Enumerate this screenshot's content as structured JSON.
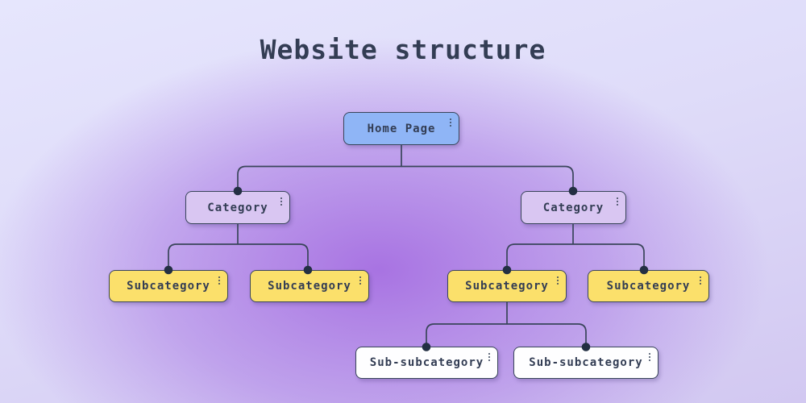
{
  "title": "Website structure",
  "theme": {
    "bg_top": "#e6e6fd",
    "bg_accent": "#a873e2",
    "text": "#333d54",
    "node_border": "#39455a",
    "connector": "#39455a",
    "dot": "#232f43",
    "home_fill": "#8fb5f6",
    "category_fill": "#d9c6f2",
    "subcategory_fill": "#fbe06b",
    "subsub_fill": "#fefeff"
  },
  "icons": {
    "node_menu": "kebab-vertical"
  },
  "nodes": [
    {
      "label": "Home Page",
      "kind": "home"
    },
    {
      "label": "Category",
      "kind": "category"
    },
    {
      "label": "Category",
      "kind": "category"
    },
    {
      "label": "Subcategory",
      "kind": "subcategory"
    },
    {
      "label": "Subcategory",
      "kind": "subcategory"
    },
    {
      "label": "Subcategory",
      "kind": "subcategory"
    },
    {
      "label": "Subcategory",
      "kind": "subcategory"
    },
    {
      "label": "Sub-subcategory",
      "kind": "subsub"
    },
    {
      "label": "Sub-subcategory",
      "kind": "subsub"
    }
  ],
  "edges": [
    {
      "from": 0,
      "to": 1
    },
    {
      "from": 0,
      "to": 2
    },
    {
      "from": 1,
      "to": 3
    },
    {
      "from": 1,
      "to": 4
    },
    {
      "from": 2,
      "to": 5
    },
    {
      "from": 2,
      "to": 6
    },
    {
      "from": 5,
      "to": 7
    },
    {
      "from": 5,
      "to": 8
    }
  ]
}
